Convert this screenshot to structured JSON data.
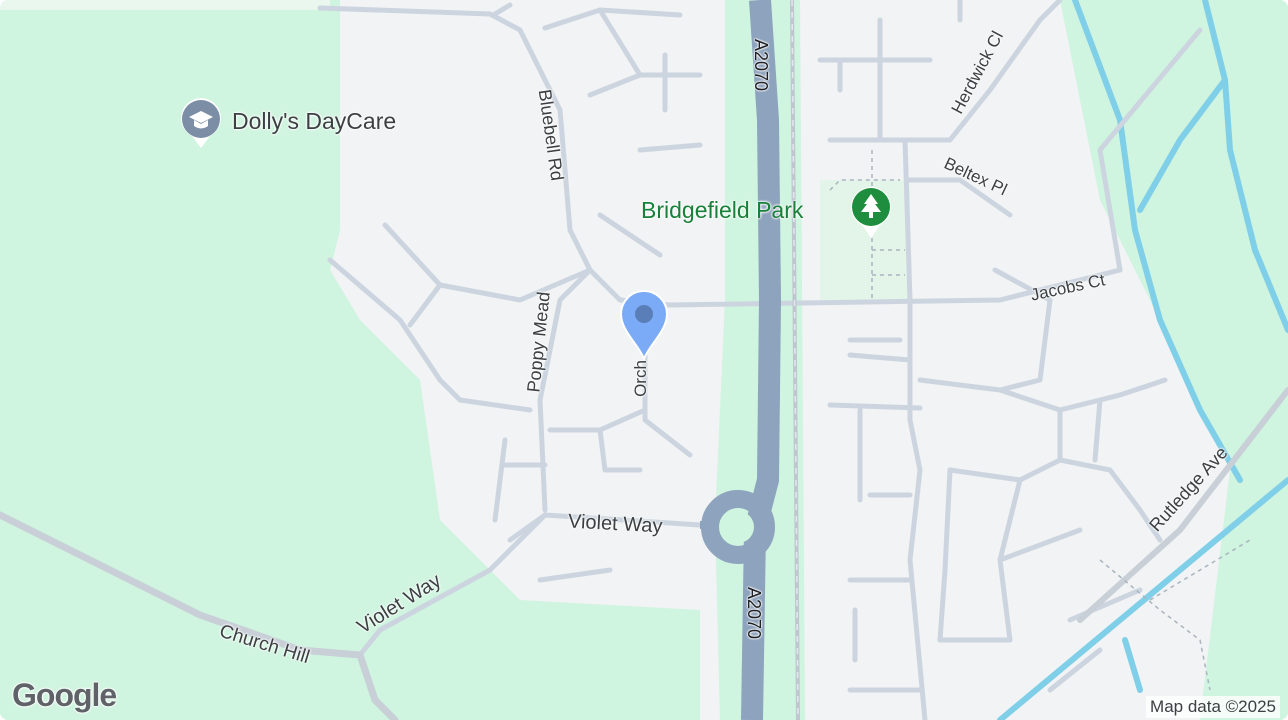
{
  "map": {
    "roads": {
      "bluebell": "Bluebell Rd",
      "poppy": "Poppy Mead",
      "orchard": "Orch",
      "violet_main": "Violet Way",
      "violet_lower": "Violet Way",
      "church": "Church Hill",
      "a2070_top": "A2070",
      "a2070_bottom": "A2070",
      "herdwick": "Herdwick Cl",
      "beltex": "Beltex Pl",
      "jacobs": "Jacobs Ct",
      "rutledge": "Rutledge Ave"
    },
    "pois": {
      "daycare": "Dolly's DayCare",
      "park": "Bridgefield Park"
    },
    "attribution": "Map data ©2025",
    "logo": "Google",
    "colors": {
      "land": "#f1f3f4",
      "park": "#cff4df",
      "water": "#7fcfe8",
      "motorway": "#8ea3bd",
      "road": "#c9d3de",
      "pin": "#7baaf7",
      "park_icon": "#1e8e3e"
    }
  }
}
